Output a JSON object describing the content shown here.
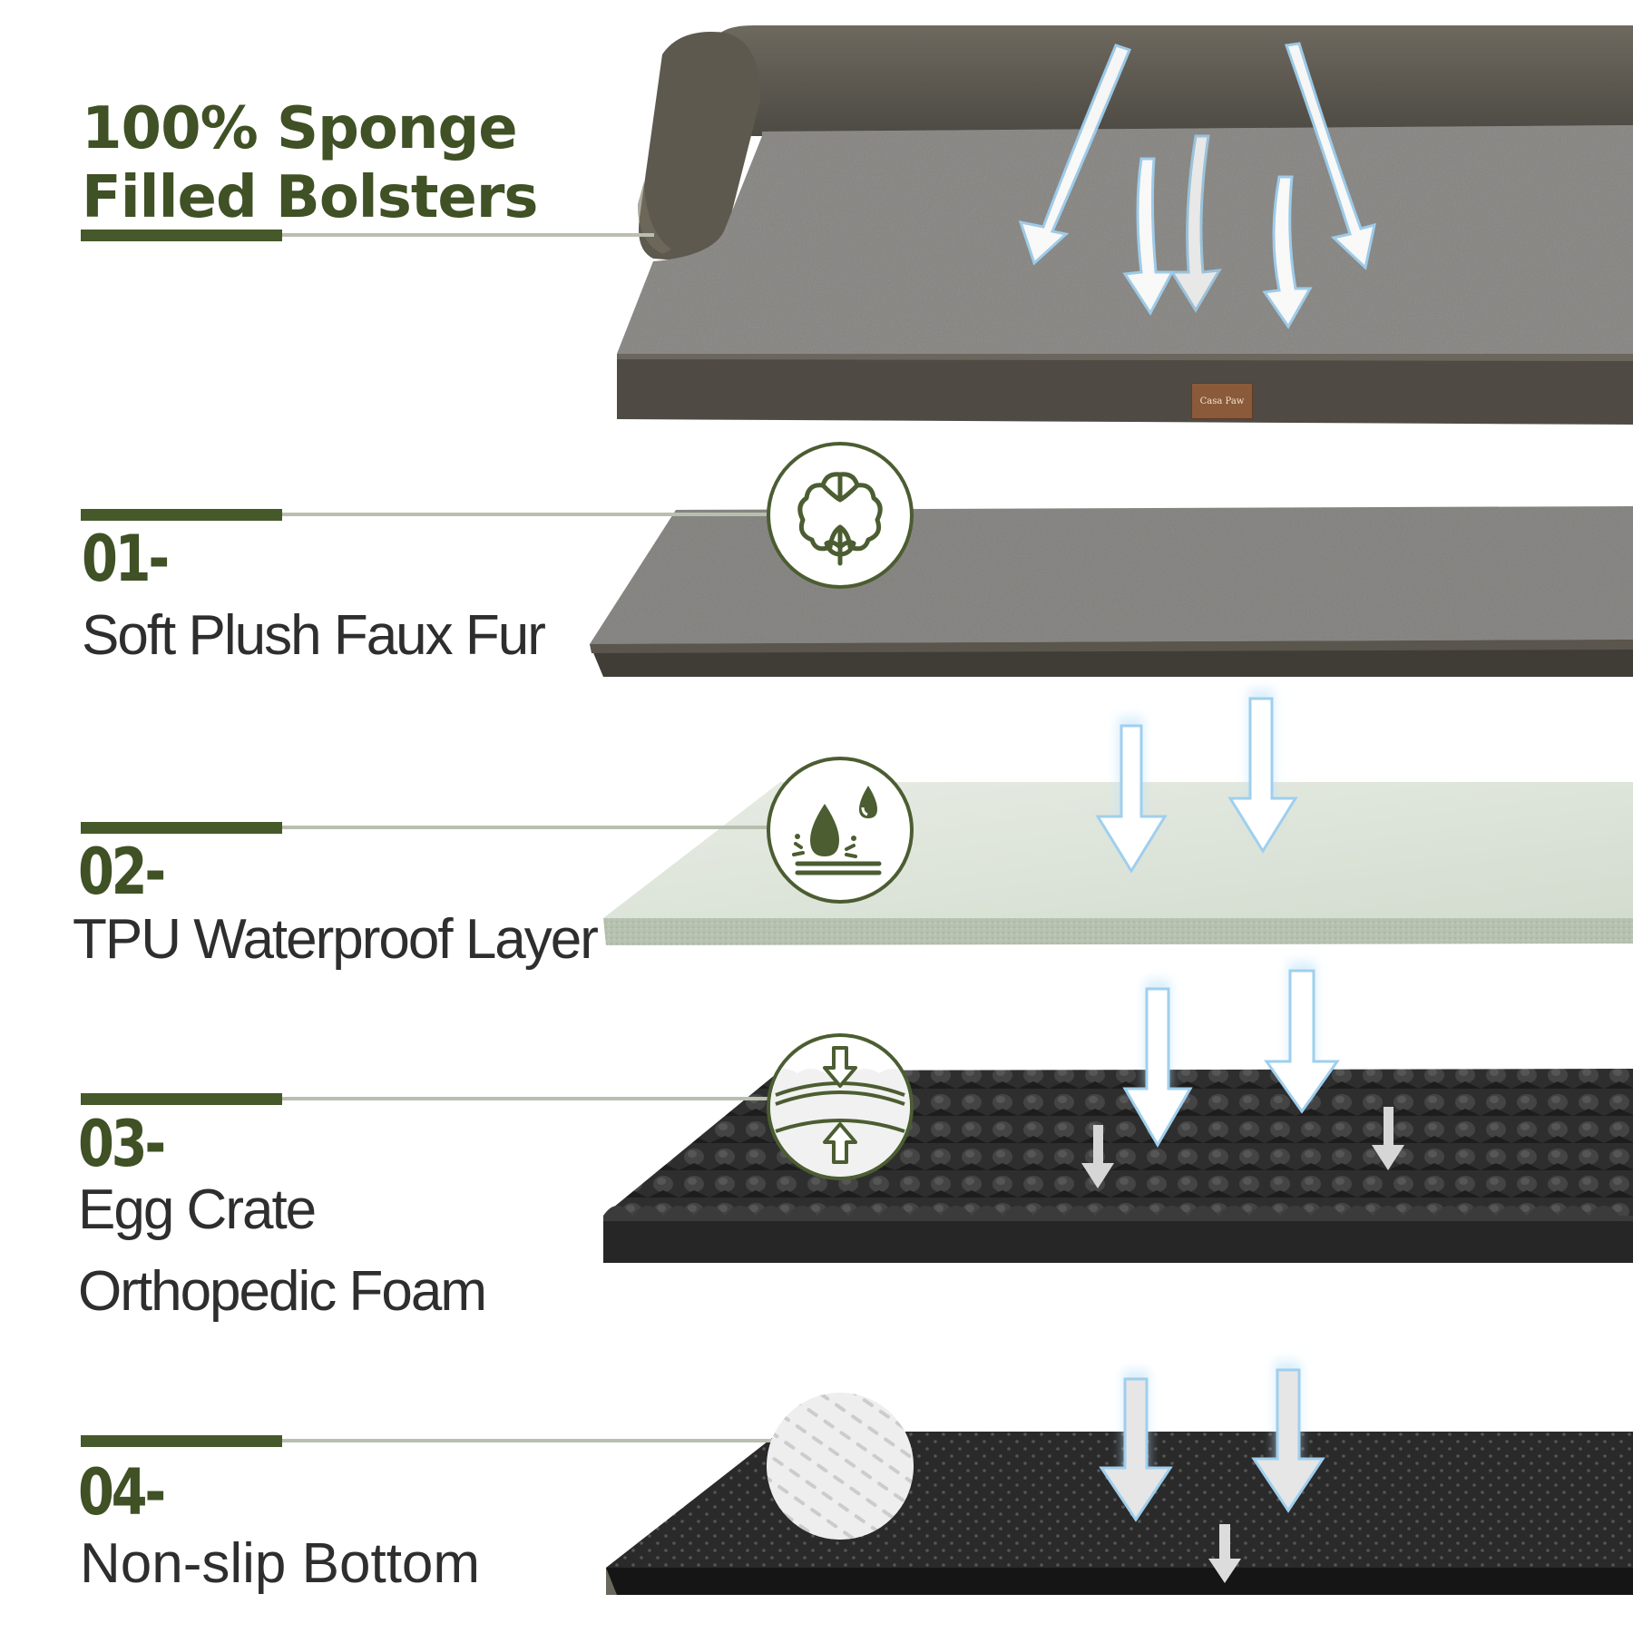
{
  "heading": {
    "line1": "100% Sponge",
    "line2": "Filled Bolsters"
  },
  "layers": [
    {
      "number": "01-",
      "label": "Soft Plush Faux Fur",
      "icon": "cotton-icon"
    },
    {
      "number": "02-",
      "label": "TPU Waterproof Layer",
      "icon": "water-drop-icon"
    },
    {
      "number": "03-",
      "label_line1": "Egg Crate",
      "label_line2": "Orthopedic Foam",
      "icon": "compression-icon"
    },
    {
      "number": "04-",
      "label": "Non-slip Bottom",
      "icon": "non-slip-texture-icon"
    }
  ],
  "brand_tag": "Casa Paw",
  "colors": {
    "accent_green": "#46592a",
    "text_dark": "#2e2e2e",
    "fur_gray": "#8a8a88",
    "bolster_brown": "#5e5a51",
    "foam_black": "#2b2b2b",
    "tpu_green": "#c9d2c4",
    "airflow_blue": "#cfe6f5"
  }
}
